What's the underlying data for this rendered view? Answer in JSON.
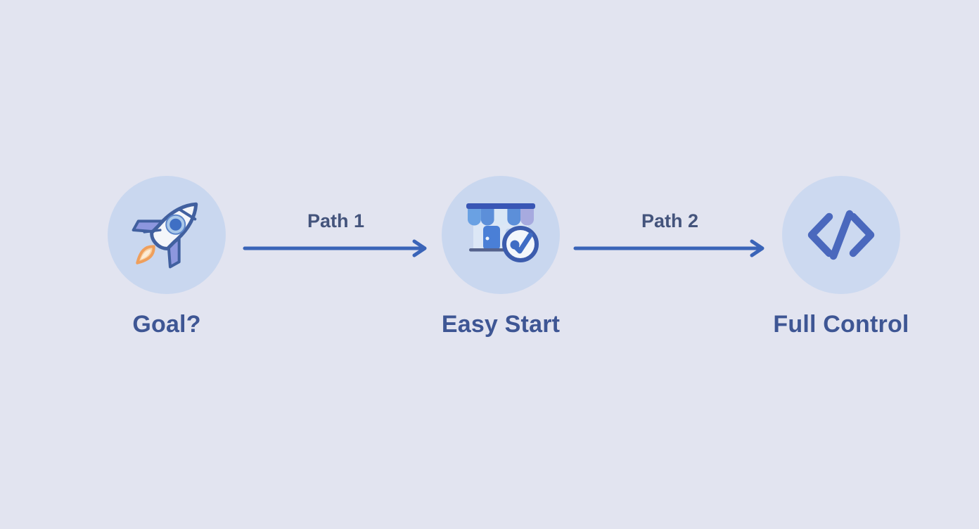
{
  "diagram": {
    "title": "",
    "nodes": [
      {
        "id": "goal",
        "label": "Goal?",
        "icon": "rocket-icon"
      },
      {
        "id": "easy-start",
        "label": "Easy Start",
        "icon": "storefront-icon"
      },
      {
        "id": "full-control",
        "label": "Full Control",
        "icon": "code-icon"
      }
    ],
    "edges": [
      {
        "label": "Path 1",
        "from": "goal",
        "to": "easy-start"
      },
      {
        "label": "Path 2",
        "from": "easy-start",
        "to": "full-control"
      }
    ]
  },
  "colors": {
    "background": "#e2e4f0",
    "node_circle": "#c9d7ef",
    "accent_blue": "#3a64b8",
    "label_text": "#3e5694",
    "path_label_text": "#44547c",
    "rocket_outline": "#41609f",
    "fin_fill": "#8d97de",
    "flame_fill": "#f9d0a0",
    "flame_outline": "#ef9f5c",
    "awning_dark_bar": "#3956b5",
    "door_blue": "#4a7fd6",
    "badge_ring": "#3c5cad",
    "check_blue": "#3f6cc4"
  }
}
